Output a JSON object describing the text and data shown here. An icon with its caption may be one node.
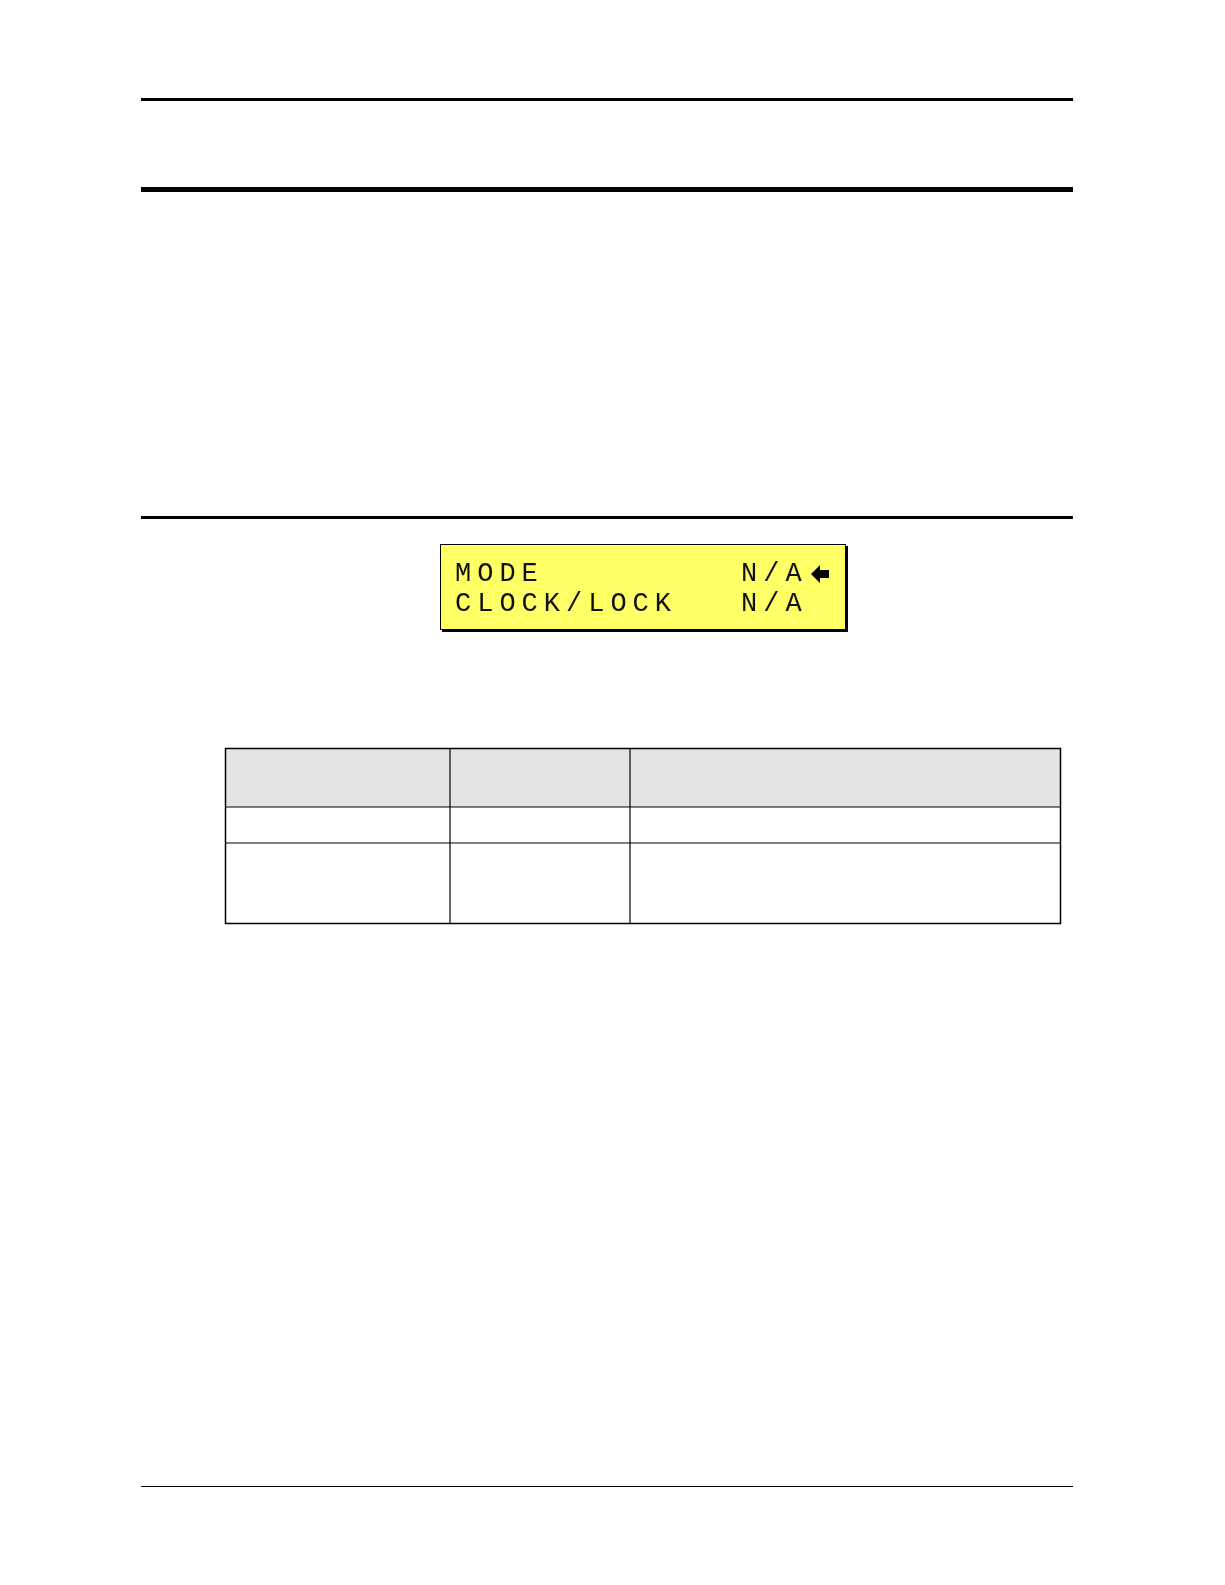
{
  "diagram": {
    "nodes": [
      {
        "text": [
          "MODE",
          "N/A",
          "CLOCK/LOCK",
          "N/A"
        ]
      }
    ]
  }
}
